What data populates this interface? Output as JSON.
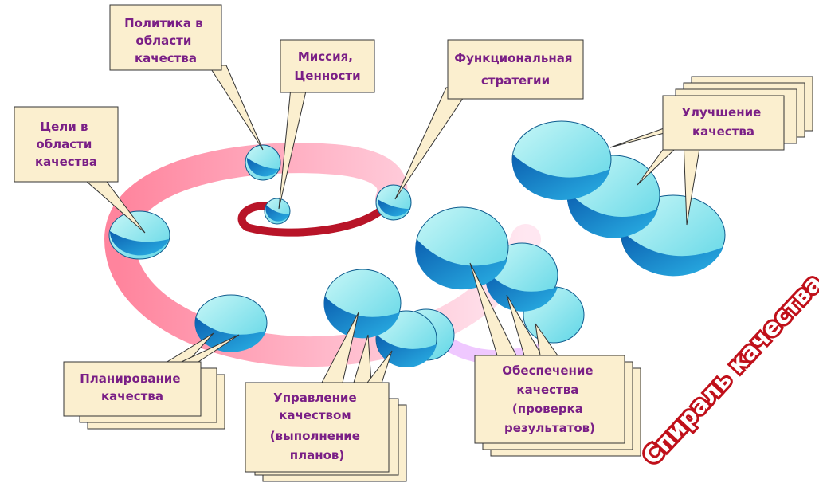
{
  "diagram": {
    "title": "Спираль качества",
    "labels": {
      "policy": [
        "Политика в",
        "области",
        "качества"
      ],
      "mission": [
        "Миссия,",
        "Ценности"
      ],
      "functional": [
        "Функциональная",
        "стратегии"
      ],
      "goals": [
        "Цели в",
        "области",
        "качества"
      ],
      "improvement": [
        "Улучшение",
        "качества"
      ],
      "planning": [
        "Планирование",
        "качества"
      ],
      "management": [
        "Управление",
        "качеством",
        "(выполнение",
        "планов)"
      ],
      "assurance": [
        "Обеспечение",
        "качества",
        "(проверка",
        "результатов)"
      ]
    },
    "colors": {
      "spiral_outer": "#ff8ca6",
      "spiral_inner": "#b01020",
      "disk_light": "#a8f0f2",
      "disk_dark": "#1a8fd0",
      "box_fill": "#fbefcf",
      "label_text": "#7a1f86",
      "title_fill": "#ffffff",
      "title_stroke": "#c0101a"
    }
  }
}
